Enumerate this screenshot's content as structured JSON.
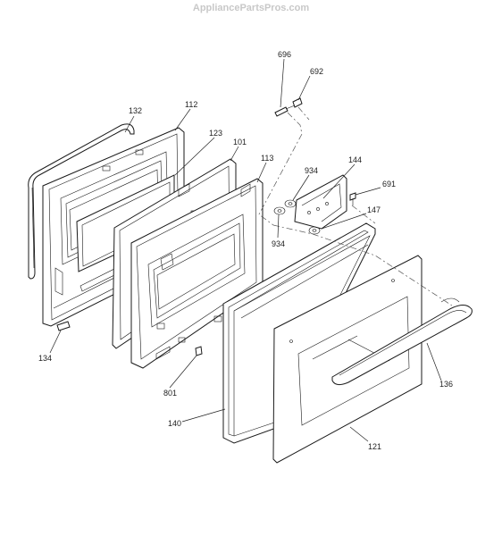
{
  "watermark": "AppliancePartsPros.com",
  "labels": {
    "p696": "696",
    "p692": "692",
    "p132": "132",
    "p112": "112",
    "p123": "123",
    "p101": "101",
    "p113": "113",
    "p934a": "934",
    "p144": "144",
    "p691": "691",
    "p147": "147",
    "p934b": "934",
    "p134": "134",
    "p801": "801",
    "p136": "136",
    "p140": "140",
    "p121": "121"
  }
}
